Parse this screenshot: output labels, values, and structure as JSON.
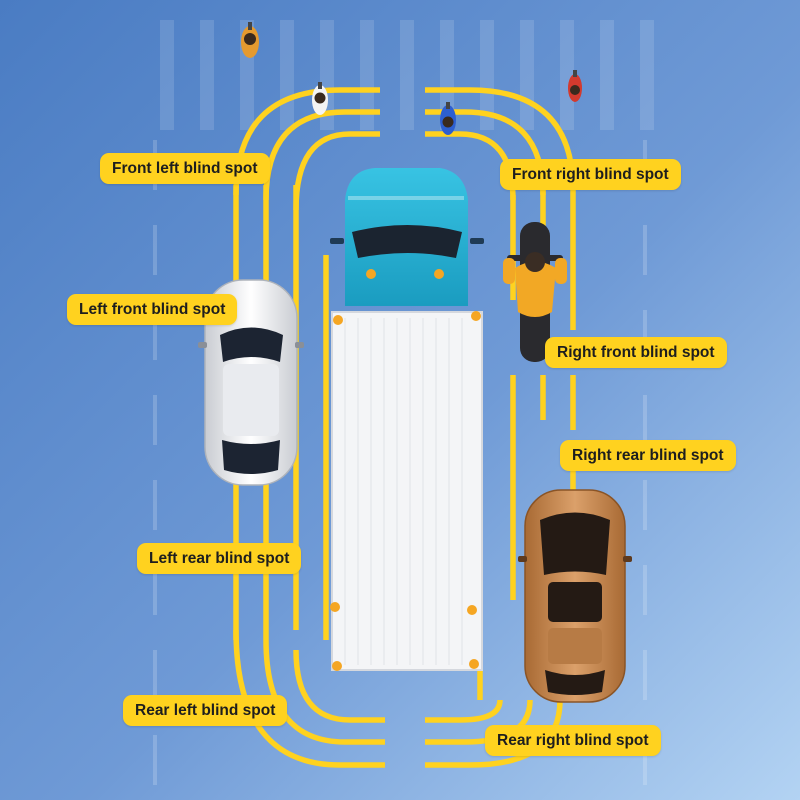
{
  "colors": {
    "background_top": "#4f82c8",
    "background_bottom": "#a9cbef",
    "zone_line": "#ffd21f",
    "label_background": "#ffd21f",
    "truck_cab": "#2bb8d8",
    "truck_trailer": "#f4f5f7",
    "white_car": "#f2f3f5",
    "orange_car": "#c98a4c",
    "motorcycle_rider": "#f2a825",
    "indicator_light": "#f5a623"
  },
  "labels": {
    "front_left": "Front left blind spot",
    "front_right": "Front right blind spot",
    "left_front": "Left front blind spot",
    "right_front": "Right front blind spot",
    "right_rear": "Right rear blind spot",
    "left_rear": "Left rear blind spot",
    "rear_left": "Rear left blind spot",
    "rear_right": "Rear right blind spot"
  }
}
